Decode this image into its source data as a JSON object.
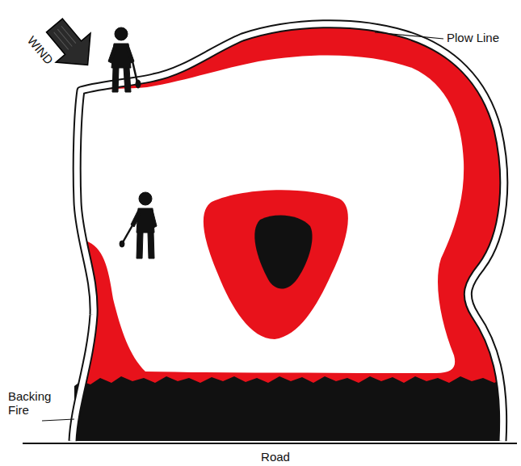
{
  "diagram": {
    "labels": [
      "WIND",
      "Plow Line",
      "Backing Fire",
      "Road"
    ]
  }
}
